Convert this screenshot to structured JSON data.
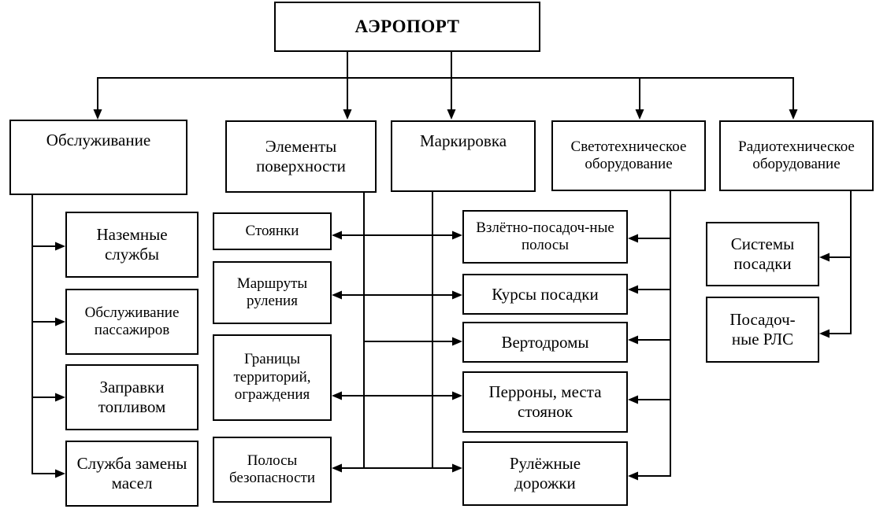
{
  "root": "АЭРОПОРТ",
  "categories": {
    "service": "Обслуживание",
    "surface": "Элементы поверхности",
    "marking": "Маркировка",
    "lighting": "Светотехническое оборудование",
    "radio": "Радиотехническое оборудование"
  },
  "service_items": [
    "Наземные службы",
    "Обслуживание пассажиров",
    "Заправки топливом",
    "Служба замены масел"
  ],
  "surface_items": [
    "Стоянки",
    "Маршруты руления",
    "Границы территорий, ограждения",
    "Полосы безопасности"
  ],
  "marking_items": [
    "Взлётно-посадоч-ные полосы",
    "Курсы посадки",
    "Вертодромы",
    "Перроны, места стоянок",
    "Рулёжные дорожки"
  ],
  "radio_items": [
    "Системы посадки",
    "Посадоч-ные РЛС"
  ],
  "colors": {
    "line": "#000000",
    "background": "#ffffff"
  }
}
